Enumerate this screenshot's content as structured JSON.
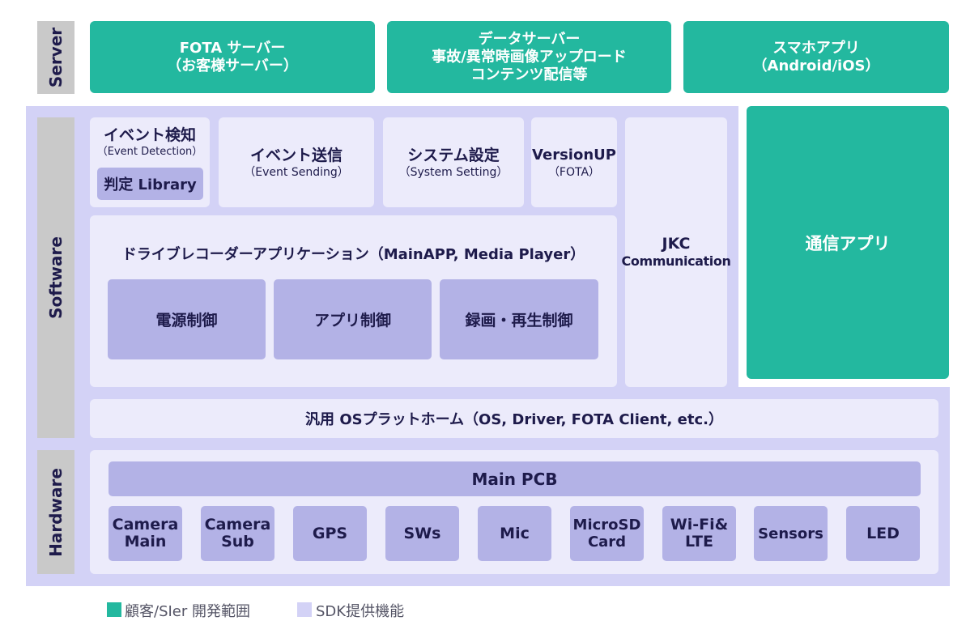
{
  "colors": {
    "customer_scope": "#23b89f",
    "sdk_scope": "#d3d2f6",
    "inner_box": "#ecebfb",
    "inner_module": "#b3b2e6",
    "sidebar": "#c9c9c9"
  },
  "layers": {
    "server": "Server",
    "software": "Software",
    "hardware": "Hardware"
  },
  "server": {
    "fota": {
      "line1": "FOTA サーバー",
      "line2": "（お客様サーバー）"
    },
    "data": {
      "line1": "データサーバー",
      "line2": "事故/異常時画像アップロード",
      "line3": "コンテンツ配信等"
    },
    "app": {
      "line1": "スマホアプリ",
      "line2": "（Android/iOS）"
    }
  },
  "software": {
    "event_detection": {
      "title": "イベント検知",
      "subtitle": "（Event Detection）",
      "library": "判定 Library"
    },
    "event_sending": {
      "title": "イベント送信",
      "subtitle": "（Event Sending）"
    },
    "system_setting": {
      "title": "システム設定",
      "subtitle": "（System Setting）"
    },
    "version_up": {
      "title": "VersionUP",
      "subtitle": "（FOTA）"
    },
    "jkc": {
      "line1": "JKC",
      "line2": "Communication"
    },
    "comm_app": "通信アプリ",
    "main_app": {
      "title": "ドライブレコーダーアプリケーション（MainAPP, Media Player）",
      "modules": [
        "電源制御",
        "アプリ制御",
        "録画・再生制御"
      ]
    },
    "os_platform": "汎用 OSプラットホーム（OS, Driver, FOTA Client, etc.）"
  },
  "hardware": {
    "main_pcb": "Main PCB",
    "components": [
      {
        "line1": "Camera",
        "line2": "Main"
      },
      {
        "line1": "Camera",
        "line2": "Sub"
      },
      {
        "line1": "GPS",
        "line2": ""
      },
      {
        "line1": "SWs",
        "line2": ""
      },
      {
        "line1": "Mic",
        "line2": ""
      },
      {
        "line1": "MicroSD",
        "line2": "Card"
      },
      {
        "line1": "Wi-Fi&",
        "line2": "LTE"
      },
      {
        "line1": "Sensors",
        "line2": ""
      },
      {
        "line1": "LED",
        "line2": ""
      }
    ]
  },
  "legend": {
    "customer": "顧客/SIer 開発範囲",
    "sdk": "SDK提供機能"
  }
}
